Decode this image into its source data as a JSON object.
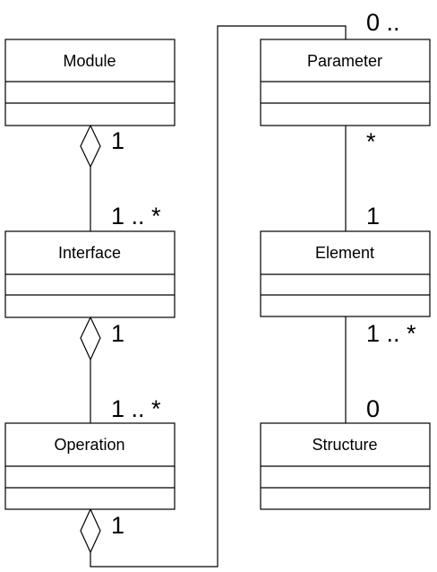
{
  "classes": {
    "module": {
      "name": "Module"
    },
    "interface": {
      "name": "Interface"
    },
    "operation": {
      "name": "Operation"
    },
    "parameter": {
      "name": "Parameter"
    },
    "element": {
      "name": "Element"
    },
    "structure": {
      "name": "Structure"
    }
  },
  "associations": {
    "module_interface": {
      "source_multiplicity": "1",
      "target_multiplicity": "1 .. *",
      "kind": "aggregation"
    },
    "interface_operation": {
      "source_multiplicity": "1",
      "target_multiplicity": "1 .. *",
      "kind": "aggregation"
    },
    "operation_parameter": {
      "source_multiplicity": "1",
      "target_multiplicity": "0 ..",
      "kind": "aggregation"
    },
    "parameter_element": {
      "source_multiplicity": "*",
      "target_multiplicity": "1",
      "kind": "association"
    },
    "element_structure": {
      "source_multiplicity": "1 .. *",
      "target_multiplicity": "0",
      "kind": "association"
    }
  },
  "colors": {
    "line": "#000000",
    "fill": "#ffffff",
    "text": "#000000"
  }
}
